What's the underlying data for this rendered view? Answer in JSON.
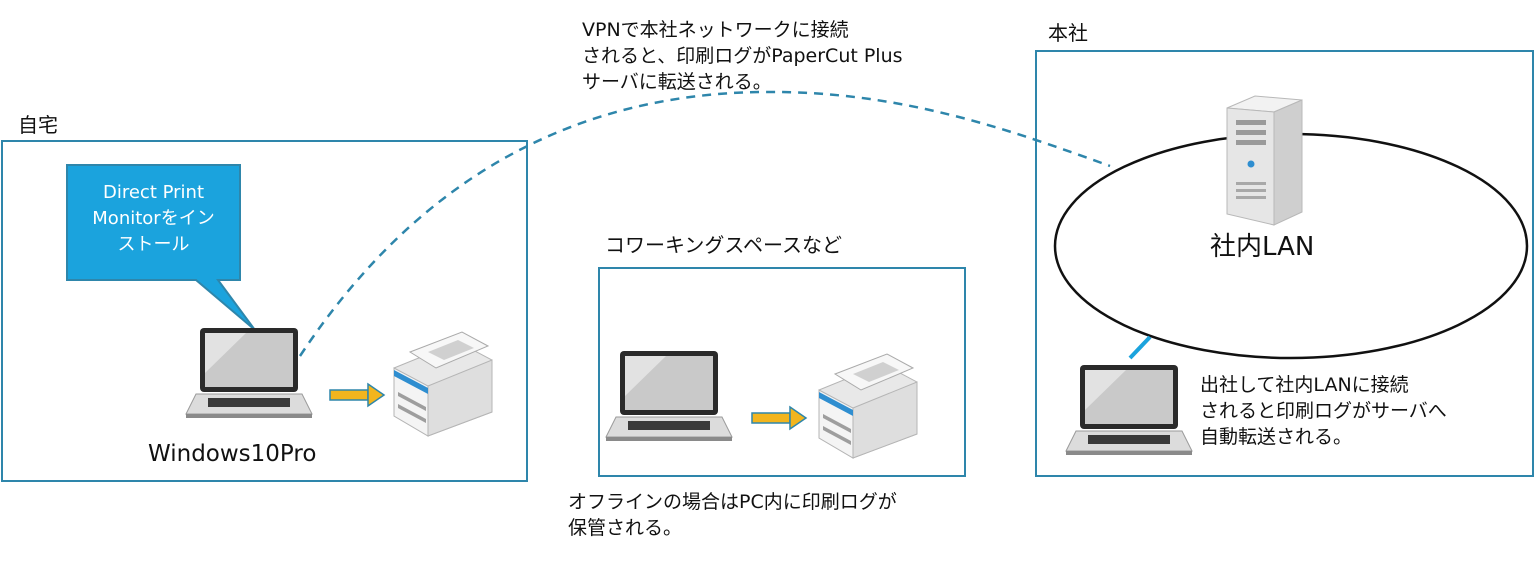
{
  "home": {
    "title": "自宅",
    "callout_line1": "Direct Print",
    "callout_line2": "Monitorをイン",
    "callout_line3": "ストール",
    "os_label": "Windows10Pro"
  },
  "vpn_note": {
    "line1": "VPNで本社ネットワークに接続",
    "line2": "されると、印刷ログがPaperCut Plus",
    "line3": "サーバに転送される。"
  },
  "coworking": {
    "title": "コワーキングスペースなど",
    "note_line1": "オフラインの場合はPC内に印刷ログが",
    "note_line2": "保管される。"
  },
  "hq": {
    "title": "本社",
    "lan_label": "社内LAN",
    "note_line1": "出社して社内LANに接続",
    "note_line2": "されると印刷ログがサーバへ",
    "note_line3": "自動転送される。"
  },
  "colors": {
    "box_border": "#2e86ab",
    "callout_fill": "#1ba3dd",
    "arrow_fill": "#f2b51e",
    "arrow_edge": "#2e86ab",
    "lan_link": "#1ba3dd"
  },
  "icons": {
    "laptop": "laptop-icon",
    "printer": "printer-icon",
    "server": "server-icon"
  }
}
